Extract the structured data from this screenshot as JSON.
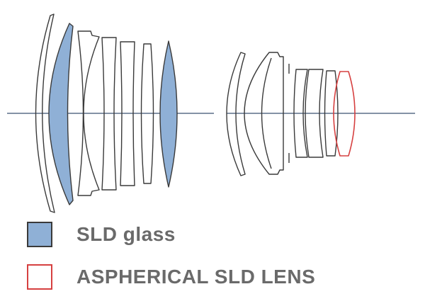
{
  "colors": {
    "sld_fill": "#8fb0d6",
    "outline": "#3a3a3a",
    "aspherical_outline": "#d64040",
    "axis": "#3a5070"
  },
  "diagram": {
    "front_group": [
      "meniscus-element",
      "sld-element",
      "meniscus-element",
      "lens-element",
      "lens-element",
      "lens-element",
      "sld-element"
    ],
    "rear_group": [
      "meniscus-element",
      "cemented-element",
      "lens-element",
      "lens-element",
      "lens-element",
      "aspherical-sld-element"
    ]
  },
  "legend": [
    {
      "key": "sld",
      "label": "SLD glass"
    },
    {
      "key": "aspherical",
      "label": "ASPHERICAL SLD LENS"
    }
  ]
}
